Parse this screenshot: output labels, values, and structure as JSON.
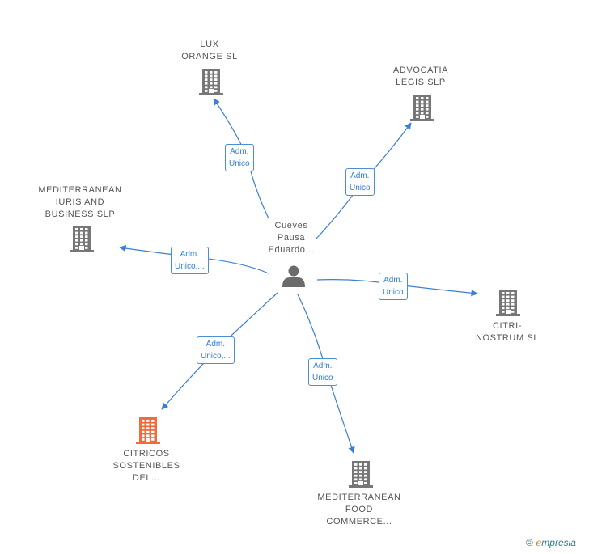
{
  "colors": {
    "edge": "#3a7fd5",
    "building": "#777777",
    "highlight_building": "#f26b3a",
    "person": "#6b6b6b"
  },
  "center": {
    "label": "Cueves\nPausa\nEduardo...",
    "icon": "person-icon"
  },
  "companies": [
    {
      "id": "lux",
      "label": "LUX\nORANGE  SL",
      "icon": "building-icon"
    },
    {
      "id": "advocatia",
      "label": "ADVOCATIA\nLEGIS SLP",
      "icon": "building-icon"
    },
    {
      "id": "mediterranean-iuris",
      "label": "MEDITERRANEAN\nIURIS AND\nBUSINESS  SLP",
      "icon": "building-icon"
    },
    {
      "id": "citri",
      "label": "CITRI-\nNOSTRUM  SL",
      "icon": "building-icon"
    },
    {
      "id": "citricos",
      "label": "CITRICOS\nSOSTENIBLES\nDEL...",
      "icon": "building-icon",
      "highlight": true
    },
    {
      "id": "mediterranean-food",
      "label": "MEDITERRANEAN\nFOOD\nCOMMERCE...",
      "icon": "building-icon"
    }
  ],
  "edges": [
    {
      "to": "lux",
      "label": "Adm.\nUnico"
    },
    {
      "to": "advocatia",
      "label": "Adm.\nUnico"
    },
    {
      "to": "mediterranean-iuris",
      "label": "Adm.\nUnico,..."
    },
    {
      "to": "citri",
      "label": "Adm.\nUnico"
    },
    {
      "to": "citricos",
      "label": "Adm.\nUnico,..."
    },
    {
      "to": "mediterranean-food",
      "label": "Adm.\nUnico"
    }
  ],
  "watermark": {
    "symbol": "©",
    "brand_initial": "e",
    "brand_rest": "mpresia"
  }
}
